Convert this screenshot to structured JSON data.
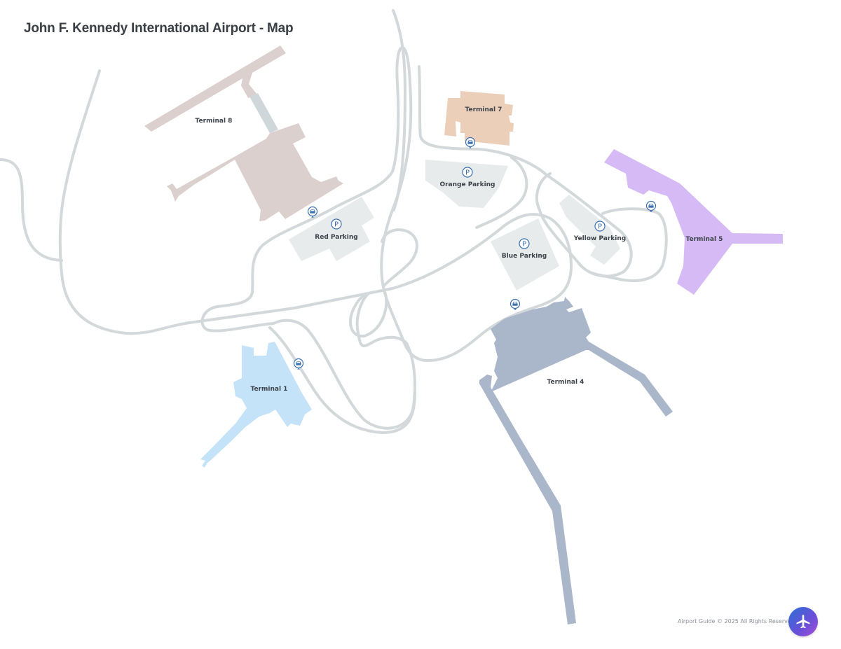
{
  "header": {
    "title": "John F. Kennedy International Airport - Map"
  },
  "colors": {
    "road": "#d3d8da",
    "parking": "#e8ebec",
    "terminal_1": "#c4e2f8",
    "terminal_4": "#aab6c9",
    "terminal_5": "#d6baf5",
    "terminal_7": "#eccfb9",
    "terminal_8": "#dcd0ce",
    "icon_blue": "#3a6fb0"
  },
  "terminals": [
    {
      "id": "t1",
      "label": "Terminal 1"
    },
    {
      "id": "t4",
      "label": "Terminal 4"
    },
    {
      "id": "t5",
      "label": "Terminal 5"
    },
    {
      "id": "t7",
      "label": "Terminal 7"
    },
    {
      "id": "t8",
      "label": "Terminal 8"
    }
  ],
  "parking": [
    {
      "id": "red",
      "label": "Red Parking",
      "icon": "parking-icon"
    },
    {
      "id": "orange",
      "label": "Orange Parking",
      "icon": "parking-icon"
    },
    {
      "id": "blue",
      "label": "Blue Parking",
      "icon": "parking-icon"
    },
    {
      "id": "yellow",
      "label": "Yellow Parking",
      "icon": "parking-icon"
    }
  ],
  "taxi_stands": [
    {
      "near": "Terminal 8",
      "icon": "taxi-icon"
    },
    {
      "near": "Terminal 7",
      "icon": "taxi-icon"
    },
    {
      "near": "Terminal 5",
      "icon": "taxi-icon"
    },
    {
      "near": "Terminal 4",
      "icon": "taxi-icon"
    },
    {
      "near": "Terminal 1",
      "icon": "taxi-icon"
    }
  ],
  "footer": {
    "copyright": "Airport Guide © 2025 All Rights Reserved.",
    "fab_icon": "airplane-icon"
  }
}
